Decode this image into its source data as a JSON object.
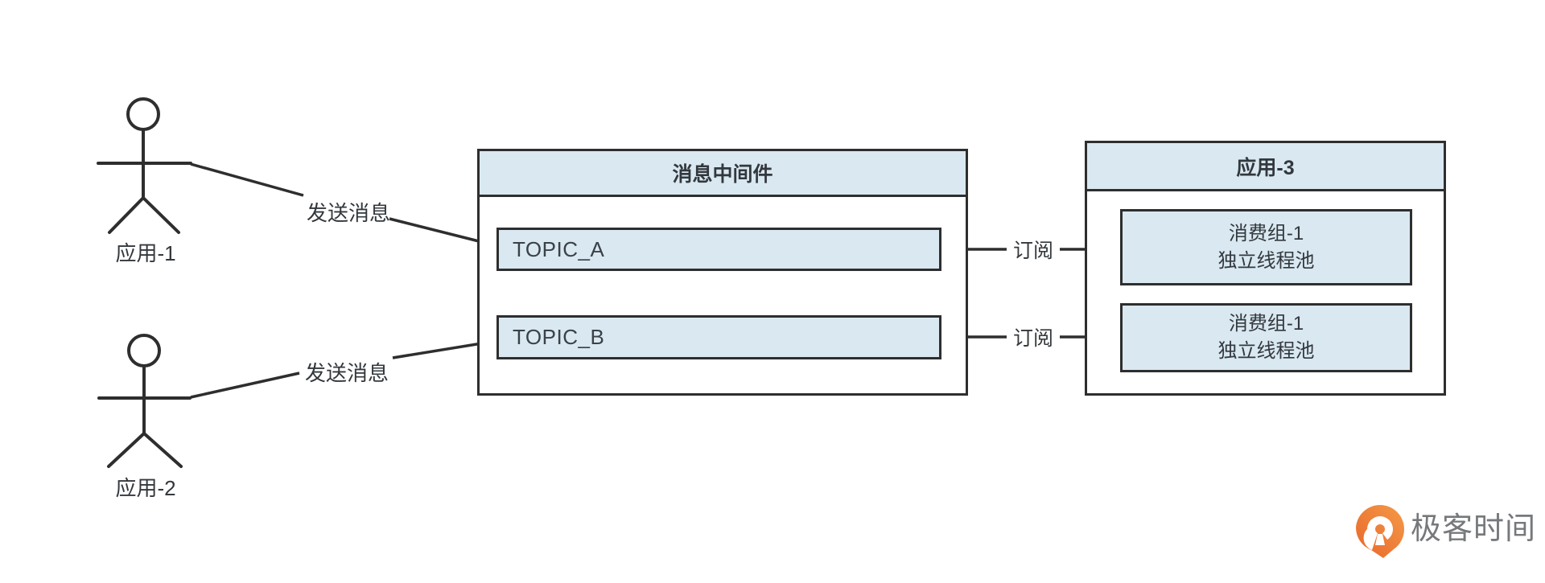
{
  "diagram": {
    "actors": [
      {
        "label": "应用-1"
      },
      {
        "label": "应用-2"
      }
    ],
    "flows": {
      "send1": {
        "label": "发送消息"
      },
      "send2": {
        "label": "发送消息"
      },
      "sub1": {
        "label": "订阅"
      },
      "sub2": {
        "label": "订阅"
      }
    },
    "middleware": {
      "title": "消息中间件",
      "topics": [
        {
          "label": "TOPIC_A"
        },
        {
          "label": "TOPIC_B"
        }
      ]
    },
    "consumer_app": {
      "title": "应用-3",
      "groups": [
        {
          "line1": "消费组-1",
          "line2": "独立线程池"
        },
        {
          "line1": "消费组-1",
          "line2": "独立线程池"
        }
      ]
    },
    "colors": {
      "box_fill": "#d9e8f1",
      "stroke": "#2e2e2e",
      "text": "#33383d",
      "logo_orange": "#ee7f35",
      "logo_text_gray": "#76797c"
    }
  },
  "branding": {
    "logo_text": "极客时间"
  }
}
